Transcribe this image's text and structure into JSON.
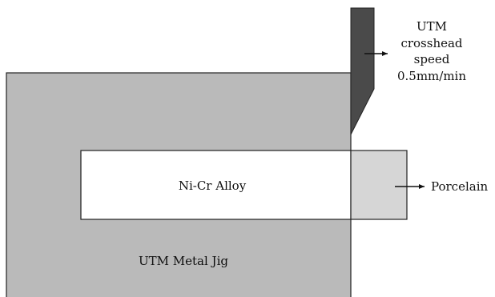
{
  "labels": {
    "utm_line1": "UTM",
    "utm_line2": "crosshead",
    "utm_line3": "speed",
    "utm_line4": "0.5mm/min",
    "alloy": "Ni-Cr Alloy",
    "porcelain": "Porcelain",
    "jig": "UTM Metal Jig"
  },
  "colors": {
    "jig": "#bababa",
    "alloy": "#ffffff",
    "porcelain": "#d6d6d6",
    "crosshead": "#4a4a4a",
    "outline": "#222222"
  }
}
